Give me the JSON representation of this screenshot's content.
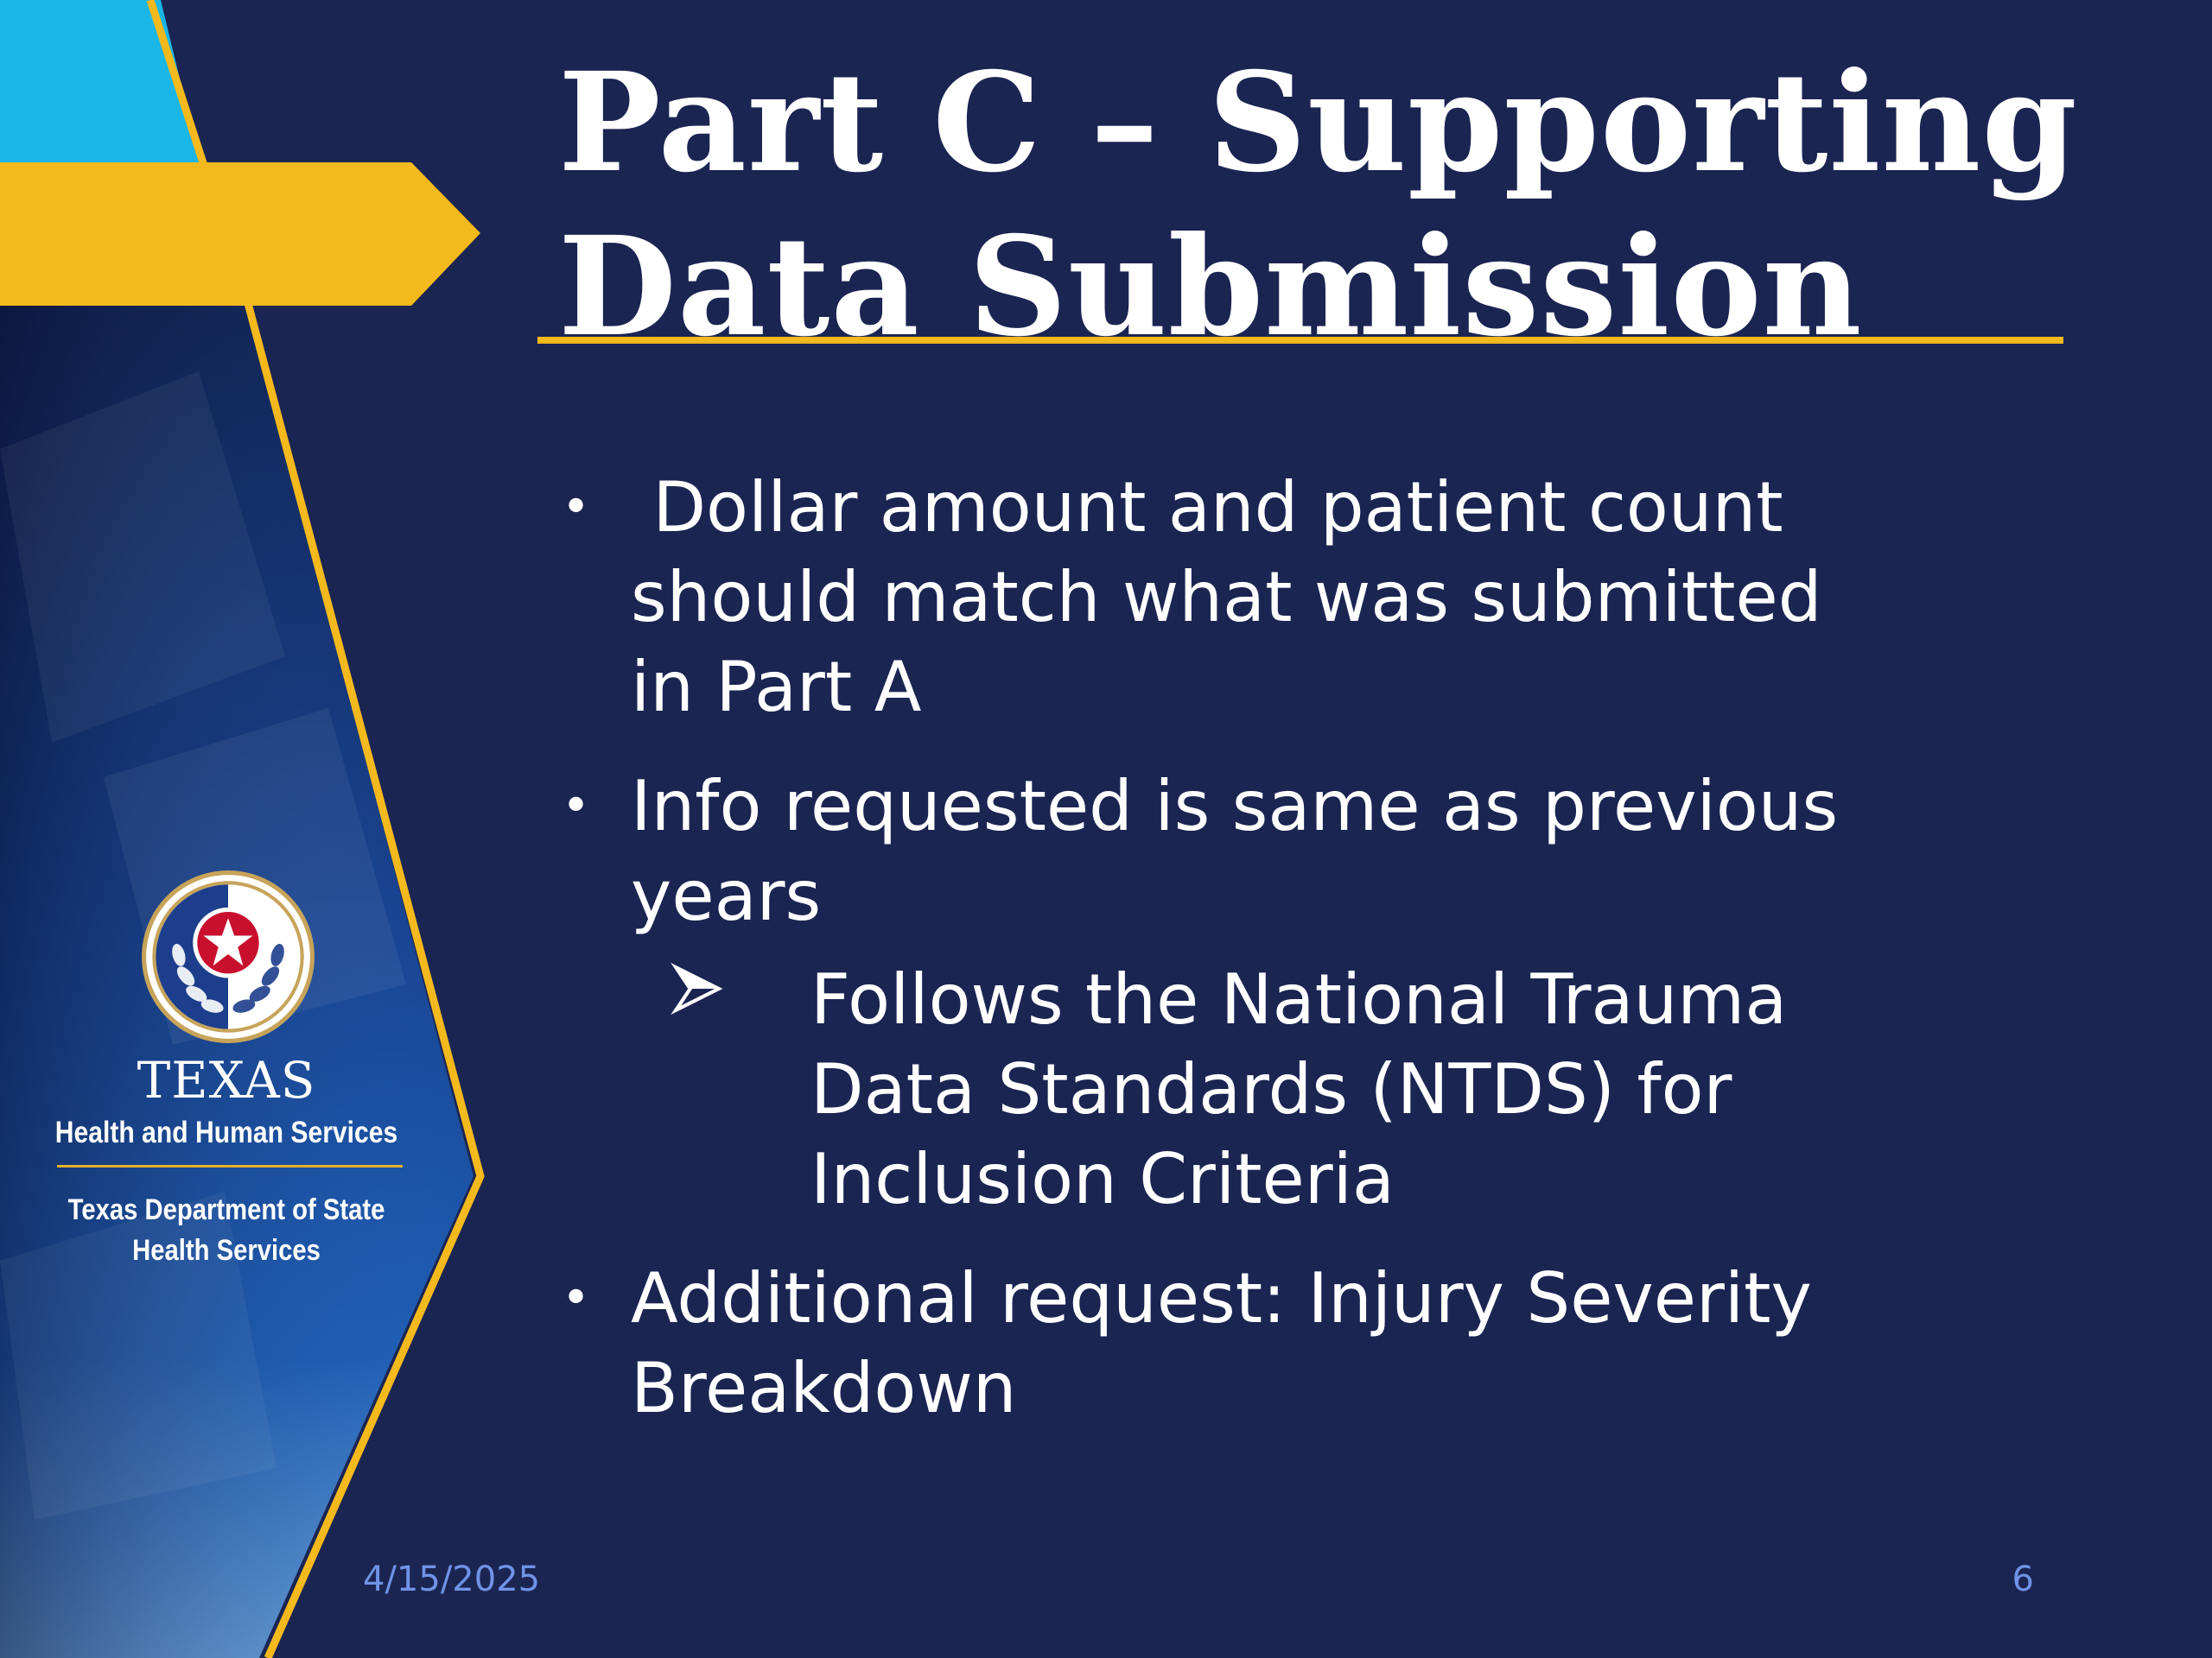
{
  "slide": {
    "title_lines": [
      "Part C – Supporting",
      "Data Submission"
    ],
    "bullets": [
      {
        "lines": [
          "Dollar amount and patient count",
          "should match what was submitted",
          "in Part A"
        ]
      },
      {
        "lines": [
          "Info requested is same as previous",
          "years"
        ]
      }
    ],
    "sub_bullet": {
      "lines": [
        "Follows the National Trauma",
        "Data Standards (NTDS) for",
        "Inclusion Criteria"
      ]
    },
    "last_bullet": {
      "lines": [
        "Additional request: Injury Severity",
        "Breakdown"
      ]
    },
    "bullet_glyph": "•",
    "footer": {
      "date": "4/15/2025",
      "page_number": "6"
    }
  },
  "branding": {
    "org_name": "TEXAS",
    "org_subtitle": "Health and Human Services",
    "dept_lines": [
      "Texas Department of State",
      "Health Services"
    ]
  },
  "colors": {
    "background": "#1b2552",
    "accent_gold": "#f4b91c",
    "accent_cyan": "#19b6e6",
    "panel_blue": "#1f5fb5",
    "footer_text": "#6f93e6"
  },
  "icons": {
    "seal": "texas-star-seal-icon",
    "sub_bullet": "arrowhead-bullet-icon"
  }
}
